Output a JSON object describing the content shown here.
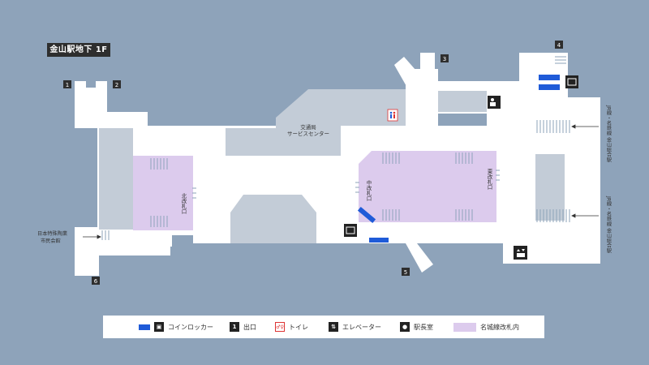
{
  "title": "金山駅地下 1F",
  "places": {
    "bus_center_line1": "交通局",
    "bus_center_line2": "サービスセンター",
    "north_gate": "北改札口",
    "center_gate": "中改札口",
    "east_gate": "東改札口",
    "jr_upper": "JR線・名鉄線 金山総合駅",
    "jr_lower": "JR線・名鉄線 金山総合駅",
    "hall_line1": "日本特殊陶業",
    "hall_line2": "市民会館"
  },
  "exits": [
    "1",
    "2",
    "3",
    "4",
    "5",
    "6"
  ],
  "legend": {
    "locker": "コインロッカー",
    "exit_num": "1",
    "exit": "出口",
    "toilet": "トイレ",
    "elevator": "エレベーター",
    "office": "駅長室",
    "paid_area": "名城線改札内"
  },
  "colors": {
    "background": "#8ea3ba",
    "corridor": "#ffffff",
    "building": "#c3ccd7",
    "paid_area": "#dccbed",
    "locker_blue": "#1f5bd8"
  }
}
